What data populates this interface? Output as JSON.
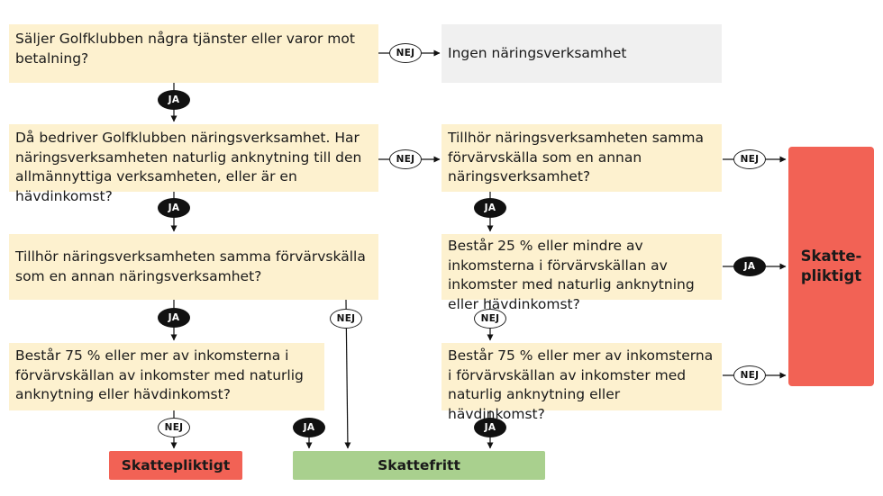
{
  "questions": {
    "q1": "Säljer Golfklubben några tjänster eller varor mot betalning?",
    "q2": "Då bedriver Golfklubben näringsverksamhet. Har näringsverksamheten naturlig anknytning till den allmännyttiga verksamheten, eller är en hävdinkomst?",
    "q3": "Tillhör näringsverksamheten samma förvärvskälla som en annan näringsverksamhet?",
    "q4": "Består 75 % eller mer av inkomsterna i förvärvskällan av inkomster med naturlig anknytning eller hävdinkomst?",
    "q5": "Tillhör näringsverksamheten samma förvärvskälla som en annan näringsverksamhet?",
    "q6": "Består 25 % eller mindre av inkomsterna i förvärvskällan av inkomster med naturlig anknytning eller hävdinkomst?",
    "q7": "Består 75 % eller mer av inkomsterna i förvärvskällan av inkomster med naturlig anknytning eller hävdinkomst?"
  },
  "outcomes": {
    "no_business": "Ingen näringsverksamhet",
    "taxable_big_line1": "Skatte-",
    "taxable_big_line2": "pliktigt",
    "taxable_small": "Skattepliktigt",
    "tax_free": "Skattefritt"
  },
  "labels": {
    "yes": "JA",
    "no": "NEJ"
  },
  "colors": {
    "question_fill": "#fdf1cf",
    "neutral_fill": "#f0f0f0",
    "taxable_fill": "#f26255",
    "tax_free_fill": "#a9d08e"
  }
}
